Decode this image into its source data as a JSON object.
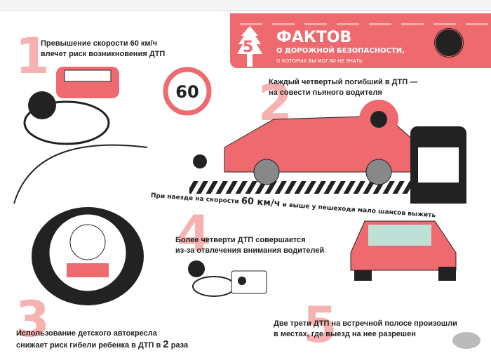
{
  "header": {
    "number": "5",
    "title": "ФАКТОВ",
    "subtitle": "О ДОРОЖНОЙ БЕЗОПАСНОСТИ,",
    "subtitle_small": "О КОТОРЫХ ВЫ МОГЛИ НЕ ЗНАТЬ"
  },
  "speed_sign": "60",
  "facts": [
    {
      "num": "1",
      "line1": "Превышение скорости 60 км/ч",
      "line2": "влечет риск возникновения ДТП"
    },
    {
      "num": "2",
      "line1": "Каждый четвертый погибший в ДТП —",
      "line2": "на совести пьяного водителя"
    },
    {
      "num": "3",
      "line1": "Использование детского автокресла",
      "line2a": "снижает риск гибели ребенка в ДТП в ",
      "highlight": "2",
      "line2b": " раза"
    },
    {
      "num": "4",
      "line1": "Более четверти ДТП совершается",
      "line2": "из-за отвлечения внимания водителей"
    },
    {
      "num": "5",
      "line1": "Две трети ДТП на встречной полосе произошли",
      "line2": "в местах, где выезд на нее разрешен"
    }
  ],
  "pedestrian_note": {
    "pre": "При наезде на скорости ",
    "speed": "60 км/ч",
    "post": " и выше у пешехода мало шансов выжить"
  },
  "colors": {
    "accent": "#ee6a6e",
    "number": "#f5a5a3"
  }
}
